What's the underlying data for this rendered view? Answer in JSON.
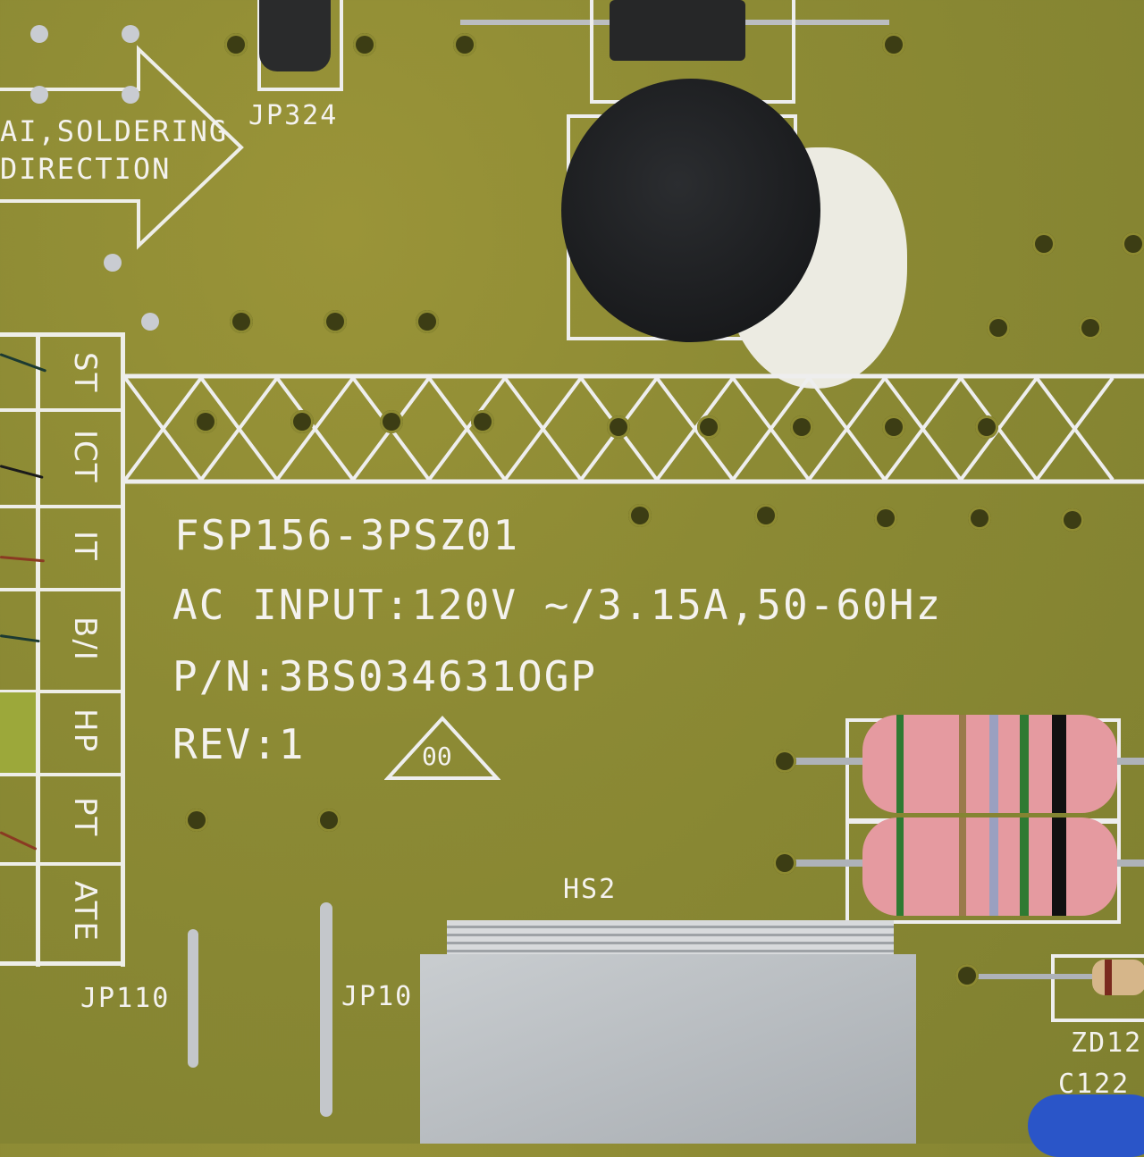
{
  "arrow_text": {
    "line1": "AI,SOLDERING",
    "line2": "DIRECTION"
  },
  "jumpers": {
    "top": "JP324",
    "left": "JP110",
    "mid": "JP10"
  },
  "test_labels": [
    "ST",
    "ICT",
    "IT",
    "B/I",
    "HP",
    "PT",
    "ATE"
  ],
  "board": {
    "model": "FSP156-3PSZ01",
    "ac_input": "AC INPUT:120V ~/3.15A,50-60Hz",
    "part_number": "P/N:3BS034631OGP",
    "revision": "REV:1",
    "triangle_mark": "00"
  },
  "heatsink_label": "HS2",
  "right_labels": {
    "zener": "ZD12",
    "cap": "C122"
  }
}
